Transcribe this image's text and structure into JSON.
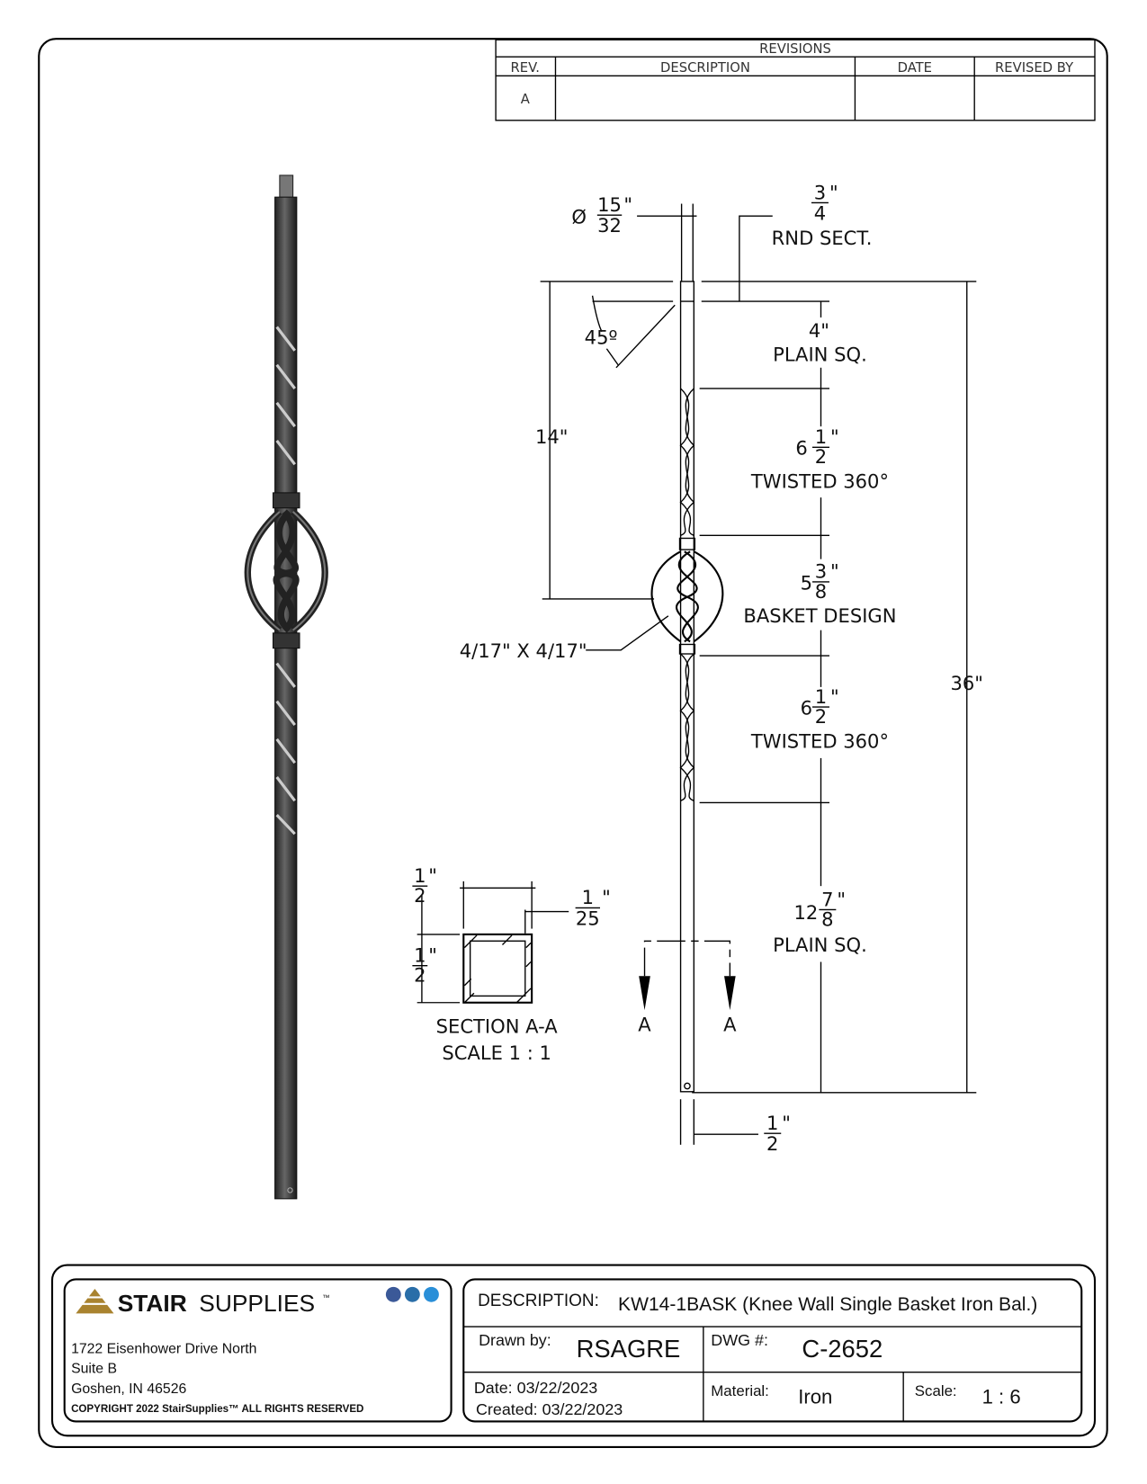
{
  "revisions": {
    "title": "REVISIONS",
    "headers": [
      "REV.",
      "DESCRIPTION",
      "DATE",
      "REVISED BY"
    ],
    "rows": [
      {
        "rev": "A",
        "description": "",
        "date": "",
        "revised_by": ""
      }
    ]
  },
  "dimensions": {
    "diameter": {
      "symbol": "Ø",
      "num": "15",
      "den": "32",
      "unit": "\""
    },
    "round_section": {
      "num": "3",
      "den": "4",
      "unit": "\"",
      "label": "RND SECT."
    },
    "angle": "45º",
    "top_plain": {
      "value": "4\"",
      "label": "PLAIN SQ."
    },
    "upper_twist": {
      "whole": "6",
      "num": "1",
      "den": "2",
      "unit": "\"",
      "label": "TWISTED 360°"
    },
    "basket": {
      "whole": "5",
      "num": "3",
      "den": "8",
      "unit": "\"",
      "label": "BASKET DESIGN"
    },
    "lower_twist": {
      "whole": "6",
      "num": "1",
      "den": "2",
      "unit": "\"",
      "label": "TWISTED 360°"
    },
    "bottom_plain": {
      "whole": "12",
      "num": "7",
      "den": "8",
      "unit": "\"",
      "label": "PLAIN SQ."
    },
    "height_to_basket": "14\"",
    "overall": "36\"",
    "basket_bar": "4/17\" X 4/17\"",
    "bottom_width": {
      "num": "1",
      "den": "2",
      "unit": "\""
    }
  },
  "section": {
    "width": {
      "num": "1",
      "den": "2",
      "unit": "\""
    },
    "height": {
      "num": "1",
      "den": "2",
      "unit": "\""
    },
    "wall": {
      "num": "1",
      "den": "25",
      "unit": "\""
    },
    "title": "SECTION A-A",
    "scale": "SCALE 1 : 1",
    "cut_label_left": "A",
    "cut_label_right": "A"
  },
  "company": {
    "logo_bold": "STAIR",
    "logo_light": "SUPPLIES",
    "logo_tm": "™",
    "address": [
      "1722 Eisenhower Drive North",
      "Suite B",
      "Goshen, IN 46526"
    ],
    "copyright": "COPYRIGHT 2022 StairSupplies™ ALL RIGHTS RESERVED",
    "social_icons": [
      "facebook-icon",
      "linkedin-icon",
      "twitter-icon"
    ],
    "brand_color": "#a9832f"
  },
  "title_block": {
    "description_label": "DESCRIPTION:",
    "description": "KW14-1BASK (Knee Wall Single Basket Iron Bal.)",
    "drawn_by_label": "Drawn by:",
    "drawn_by": "RSAGRE",
    "dwg_label": "DWG #:",
    "dwg": "C-2652",
    "date": "Date: 03/22/2023",
    "created": "Created: 03/22/2023",
    "material_label": "Material:",
    "material": "Iron",
    "scale_label": "Scale:",
    "scale": "1 : 6"
  }
}
